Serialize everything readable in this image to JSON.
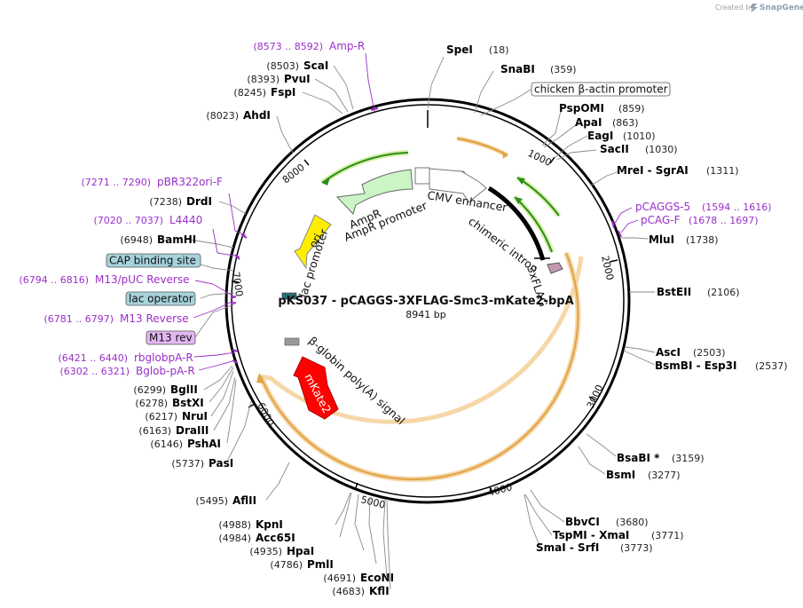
{
  "credit": {
    "prefix": "Created by",
    "brand": "SnapGene"
  },
  "plasmid": {
    "name": "pKS037 - pCAGGS-3XFLAG-Smc3-mKate2-bpA",
    "size_label": "8941 bp"
  },
  "ticks": [
    "1000",
    "2000",
    "3000",
    "4000",
    "5000",
    "6000",
    "7000",
    "8000"
  ],
  "features": [
    {
      "label": "CMV enhancer"
    },
    {
      "label": "chimeric intron"
    },
    {
      "label": "3xFLAG"
    },
    {
      "label": "AmpR"
    },
    {
      "label": "AmpR promoter"
    },
    {
      "label": "lac promoter"
    },
    {
      "label": "ori"
    },
    {
      "label": "mKate2"
    },
    {
      "label": "β-globin poly(A) signal"
    }
  ],
  "boxed_features": [
    {
      "label": "chicken β-actin promoter",
      "fill": "#ffffff"
    },
    {
      "label": "CAP binding site",
      "fill": "#a6d2db"
    },
    {
      "label": "lac operator",
      "fill": "#a6d2db"
    },
    {
      "label": "M13 rev",
      "fill": "#e3b7f2"
    }
  ],
  "sites": [
    {
      "name": "SpeI",
      "pos": "(18)"
    },
    {
      "name": "SnaBI",
      "pos": "(359)"
    },
    {
      "name": "PspOMI",
      "pos": "(859)"
    },
    {
      "name": "ApaI",
      "pos": "(863)"
    },
    {
      "name": "EagI",
      "pos": "(1010)"
    },
    {
      "name": "SacII",
      "pos": "(1030)"
    },
    {
      "name": "MreI - SgrAI",
      "pos": "(1311)"
    },
    {
      "name": "MluI",
      "pos": "(1738)"
    },
    {
      "name": "BstEII",
      "pos": "(2106)"
    },
    {
      "name": "AscI",
      "pos": "(2503)"
    },
    {
      "name": "BsmBI - Esp3I",
      "pos": "(2537)"
    },
    {
      "name": "BsaBI *",
      "pos": "(3159)"
    },
    {
      "name": "BsmI",
      "pos": "(3277)"
    },
    {
      "name": "BbvCI",
      "pos": "(3680)"
    },
    {
      "name": "TspMI - XmaI",
      "pos": "(3771)"
    },
    {
      "name": "SmaI - SrfI",
      "pos": "(3773)"
    },
    {
      "name": "KflI",
      "pos": "(4683)"
    },
    {
      "name": "EcoNI",
      "pos": "(4691)"
    },
    {
      "name": "PmlI",
      "pos": "(4786)"
    },
    {
      "name": "HpaI",
      "pos": "(4935)"
    },
    {
      "name": "Acc65I",
      "pos": "(4984)"
    },
    {
      "name": "KpnI",
      "pos": "(4988)"
    },
    {
      "name": "AflII",
      "pos": "(5495)"
    },
    {
      "name": "PasI",
      "pos": "(5737)"
    },
    {
      "name": "PshAI",
      "pos": "(6146)"
    },
    {
      "name": "DraIII",
      "pos": "(6163)"
    },
    {
      "name": "NruI",
      "pos": "(6217)"
    },
    {
      "name": "BstXI",
      "pos": "(6278)"
    },
    {
      "name": "BglII",
      "pos": "(6299)"
    },
    {
      "name": "BamHI",
      "pos": "(6948)"
    },
    {
      "name": "DrdI",
      "pos": "(7238)"
    },
    {
      "name": "AhdI",
      "pos": "(8023)"
    },
    {
      "name": "FspI",
      "pos": "(8245)"
    },
    {
      "name": "PvuI",
      "pos": "(8393)"
    },
    {
      "name": "ScaI",
      "pos": "(8503)"
    }
  ],
  "primers": [
    {
      "name": "Amp-R",
      "range": "(8573 .. 8592)"
    },
    {
      "name": "pCAGGS-5",
      "range": "(1594 .. 1616)"
    },
    {
      "name": "pCAG-F",
      "range": "(1678 .. 1697)"
    },
    {
      "name": "pBR322ori-F",
      "range": "(7271 .. 7290)"
    },
    {
      "name": "L4440",
      "range": "(7020 .. 7037)"
    },
    {
      "name": "M13/pUC Reverse",
      "range": "(6794 .. 6816)"
    },
    {
      "name": "M13 Reverse",
      "range": "(6781 .. 6797)"
    },
    {
      "name": "rbglobpA-R",
      "range": "(6421 .. 6440)"
    },
    {
      "name": "Bglob-pA-R",
      "range": "(6302 .. 6321)"
    }
  ],
  "colors": {
    "backbone": "#000000",
    "promoter_fill": "#ffffff",
    "ampr_fill": "#ccf5c6",
    "primer_arrow": "#2e8b1e",
    "orange_arrow": "#e3a54a",
    "ori_fill": "#ffee00",
    "mkate_fill": "#ff0000",
    "primer_text": "#9a2fc9"
  }
}
